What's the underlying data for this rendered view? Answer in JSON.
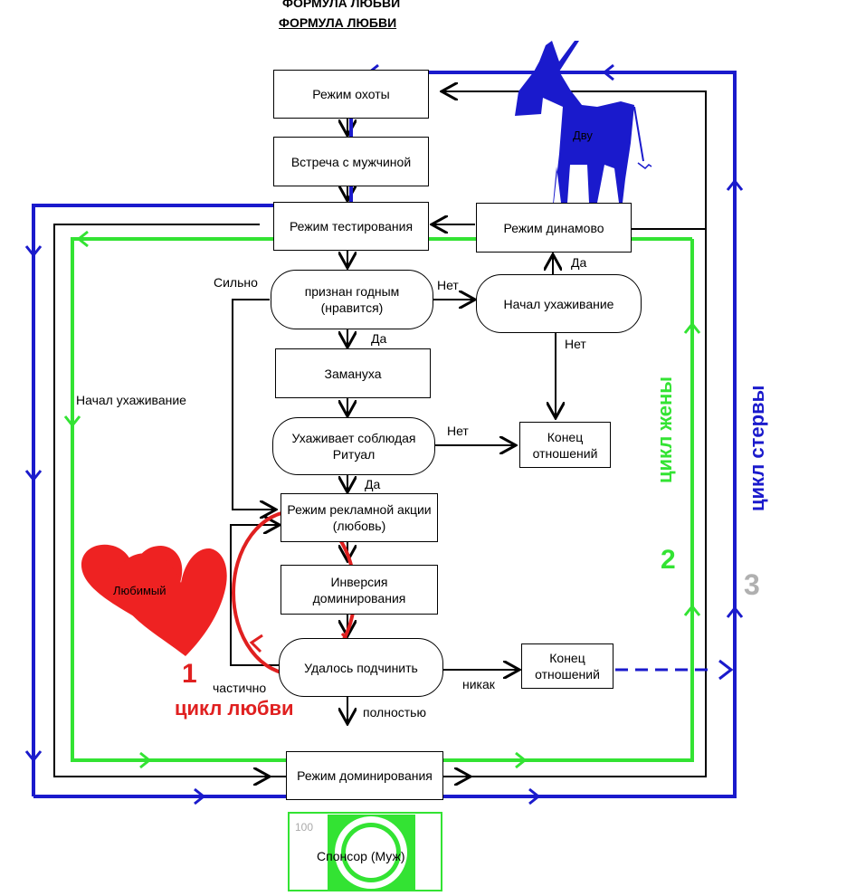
{
  "title": "ФОРМУЛА ЛЮБВИ",
  "title_top_cut": "ФОРМУЛА ЛЮБВИ",
  "nodes": {
    "hunt": "Режим охоты",
    "meeting": "Встреча с мужчиной",
    "testing": "Режим тестирования",
    "dynamo": "Режим динамово",
    "approved": "признан годным (нравится)",
    "courting_start": "Начал ухаживание",
    "lure": "Замануха",
    "ritual": "Ухаживает соблюдая Ритуал",
    "end1": "Конец отношений",
    "ad": "Режим рекламной акции (любовь)",
    "inversion": "Инверсия доминирования",
    "subdue": "Удалось подчинить",
    "end2": "Конец отношений",
    "dominance": "Режим доминирования",
    "sponsor": "Спонсор (Муж)"
  },
  "edge_labels": {
    "strong": "Сильно",
    "no1": "Нет",
    "yes1": "Да",
    "yes_dynamo": "Да",
    "no_end": "Нет",
    "no2": "Нет",
    "yes2": "Да",
    "partially": "частично",
    "fully": "полностью",
    "nohow": "никак",
    "courting_left": "Начал ухаживание"
  },
  "figures": {
    "donkey_label": "Дву",
    "hearts_label": "Любимый",
    "sponsor_number": "100"
  },
  "cycles": {
    "love_num": "1",
    "love_label": "цикл любви",
    "wife_num": "2",
    "wife_label": "цикл жены",
    "bitch_num": "3",
    "bitch_label": "цикл стервы"
  },
  "colors": {
    "blue": "#1a1acc",
    "green": "#33e333",
    "red": "#e02020",
    "gray": "#b0b0b0"
  }
}
